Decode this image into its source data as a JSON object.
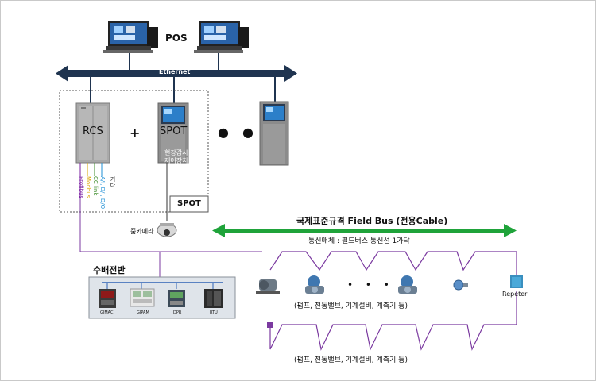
{
  "title_pos": "POS",
  "network": {
    "ethernet_label": "Ethernet"
  },
  "rcs": {
    "label": "RCS",
    "plus": "+"
  },
  "spot": {
    "label": "SPOT",
    "screen_text_1": "현장감시",
    "screen_text_2": "제어장치",
    "box_label": "SPOT",
    "ellipsis": "● ●"
  },
  "protocols": [
    {
      "text": "Profibus",
      "color": "#7a1fa2"
    },
    {
      "text": "Modbus",
      "color": "#d9a400"
    },
    {
      "text": "CC link",
      "color": "#3d8c2a"
    },
    {
      "text": "A/I, D/I, D/O",
      "color": "#1e8fd6"
    },
    {
      "text": "기타",
      "color": "#111111"
    }
  ],
  "camera_label": "줌카메라",
  "fieldbus": {
    "title": "국제표준규격 Field Bus (전용Cable)",
    "subtitle": "통신매체 : 필드버스 통신선 1가닥",
    "arrow_color": "#1fa33a"
  },
  "panel": {
    "title": "수배전반",
    "devices": [
      "GIMAC",
      "GIPAM",
      "DPR",
      "RTU"
    ]
  },
  "devices_row": {
    "ellipsis": "• • •",
    "repeater": "Repeter",
    "caption_1": "(펌프, 전동밸브, 기계설비, 계측기 등)",
    "caption_2": "(펌프, 전동밸브, 기계설비, 계측기 등)"
  },
  "colors": {
    "ethernet": "#1f3450",
    "bus_line": "#7b3aa0",
    "panel_bg": "#dfe4ea"
  }
}
